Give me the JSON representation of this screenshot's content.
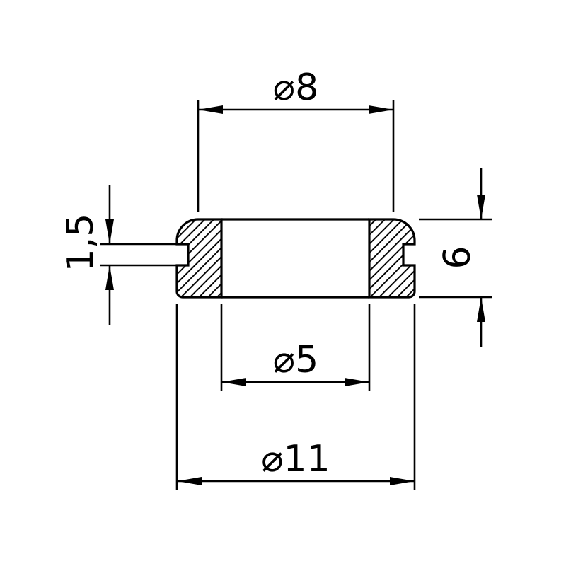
{
  "drawing": {
    "colors": {
      "line": "#000000",
      "background": "#ffffff",
      "hatch": "#000000"
    },
    "dimensions": {
      "top": {
        "label": "⌀8",
        "value": 8
      },
      "left": {
        "label": "1,5",
        "value": 1.5
      },
      "right": {
        "label": "6",
        "value": 6
      },
      "inner": {
        "label": "⌀5",
        "value": 5
      },
      "outer": {
        "label": "⌀11",
        "value": 11
      }
    }
  }
}
